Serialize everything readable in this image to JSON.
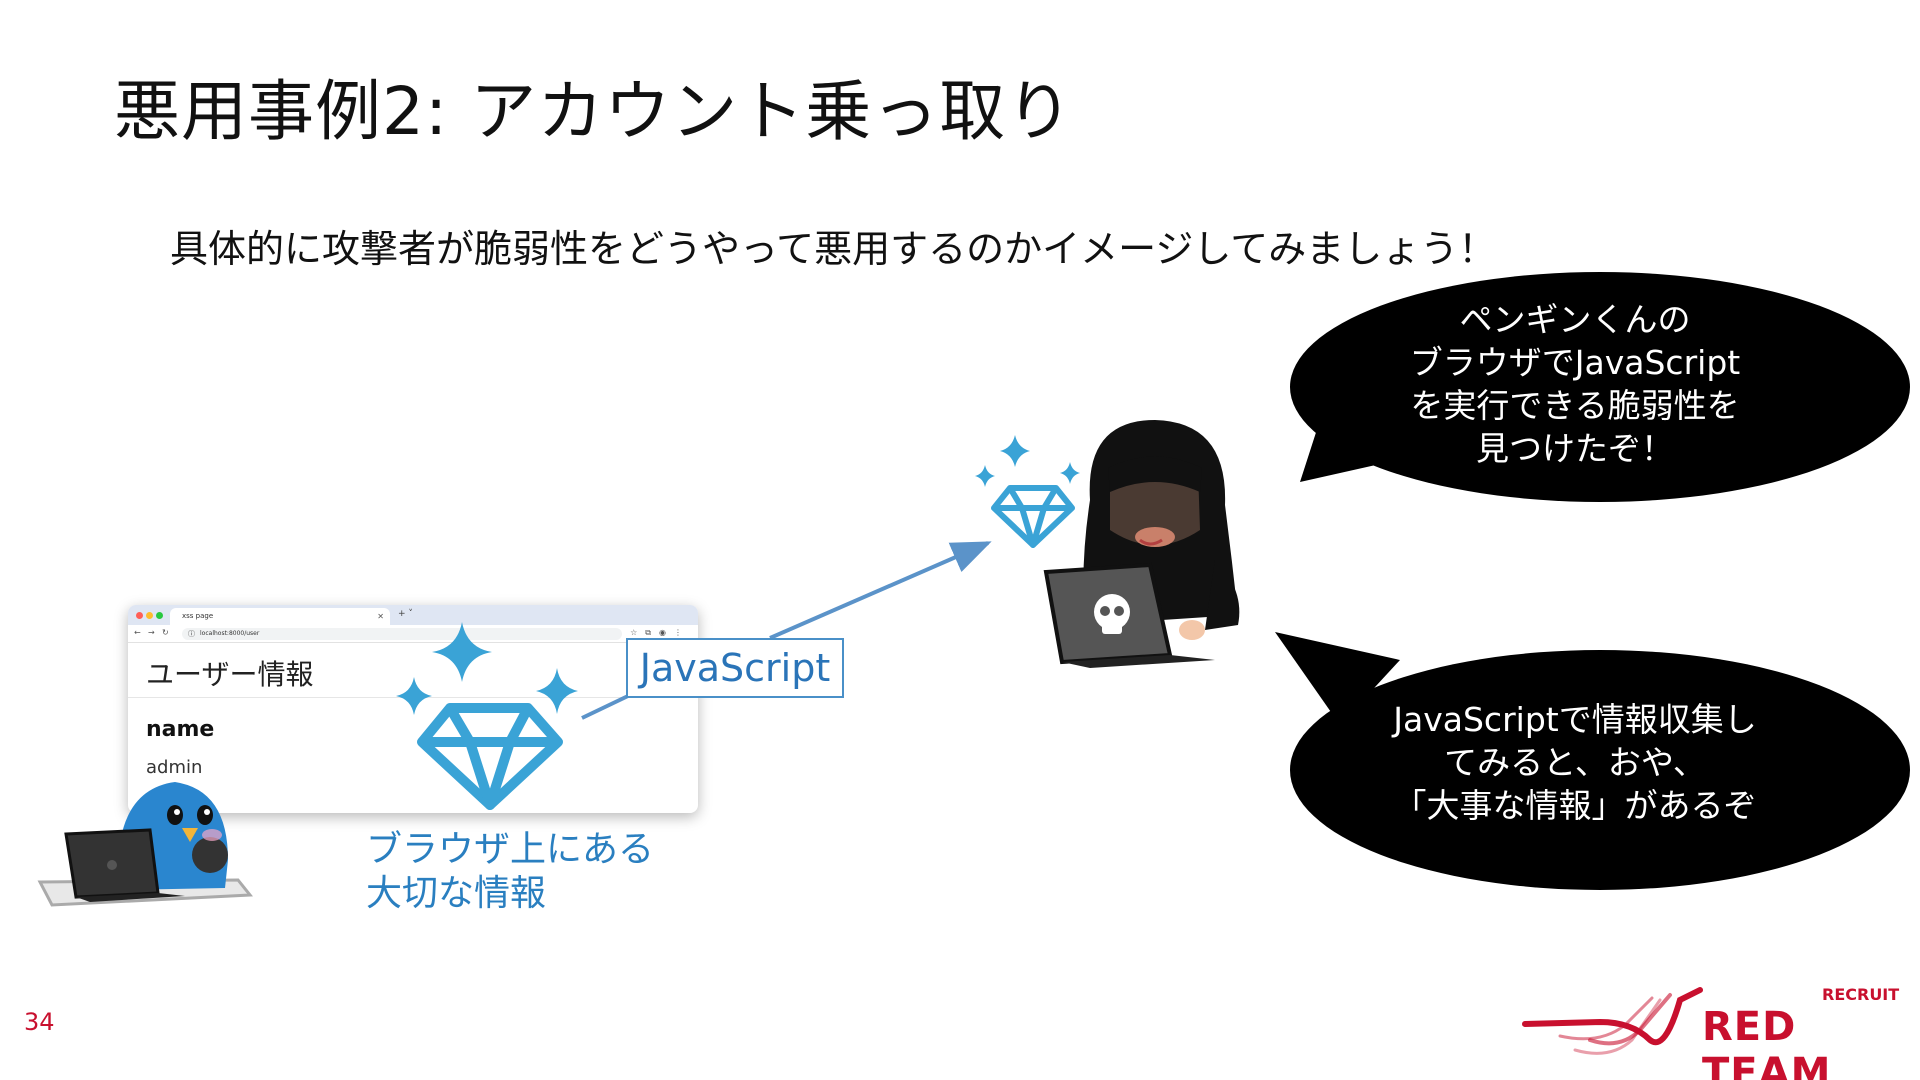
{
  "slide": {
    "title": "悪用事例2: アカウント乗っ取り",
    "subtitle": "具体的に攻撃者が脆弱性をどうやって悪用するのかイメージしてみましょう！",
    "page_number": "34"
  },
  "browser": {
    "tab_title": "xss page",
    "url": "localhost:8000/user",
    "page_heading": "ユーザー情報",
    "field_label": "name",
    "field_value": "admin"
  },
  "labels": {
    "javascript_box": "JavaScript",
    "caption_lines": [
      "ブラウザ上にある",
      "大切な情報"
    ]
  },
  "bubbles": {
    "attacker_found": [
      "ペンギンくんの",
      "ブラウザでJavaScript",
      "を実行できる脆弱性を",
      "見つけたぞ！"
    ],
    "attacker_collect": [
      "JavaScriptで情報収集し",
      "てみると、おや、",
      "「大事な情報」があるぞ"
    ]
  },
  "logo": {
    "small": "RECRUIT",
    "big": "RED TEAM"
  },
  "colors": {
    "accent": "#c8102e",
    "diamond": "#3aa3d6",
    "arrow": "#5b93c9",
    "caption": "#2a7fc0"
  },
  "icons": [
    "penguin-illustration",
    "hacker-illustration",
    "diamond-icon",
    "sparkle-icon",
    "laptop-icon",
    "skull-icon"
  ]
}
